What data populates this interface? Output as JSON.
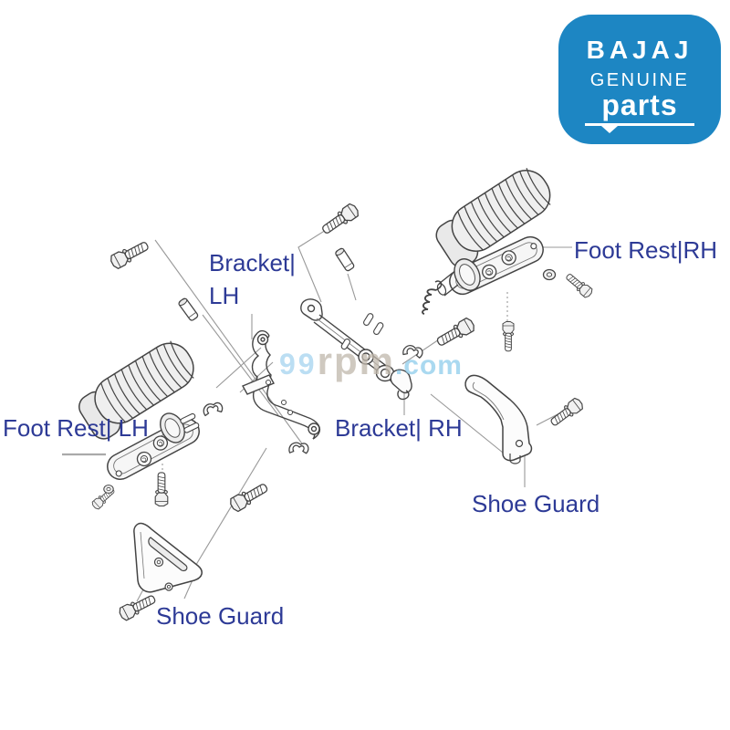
{
  "colors": {
    "label": "#2d3a96",
    "logo_bg": "#1d86c3",
    "logo_text": "#ffffff",
    "watermark_blue": "#a5d4ef",
    "watermark_gray": "#c0b7ab",
    "watermark_com": "#8ecdec",
    "line_art": "#444444",
    "leader_line": "#999999"
  },
  "logo": {
    "brand": "BAJAJ",
    "genuine": "GENUINE",
    "parts": "parts"
  },
  "watermark": {
    "part1": "99",
    "part2": "rpm",
    "part3": ".com"
  },
  "labels": {
    "bracket_lh": {
      "line1": "Bracket|",
      "line2": "LH"
    },
    "foot_rest_rh": "Foot Rest|RH",
    "foot_rest_lh": "Foot Rest| LH",
    "bracket_rh": "Bracket| RH",
    "shoe_guard_right": "Shoe Guard",
    "shoe_guard_left": "Shoe Guard"
  },
  "diagram_parts": [
    "foot-rest-rh-rubber",
    "foot-rest-rh-arm",
    "foot-rest-lh-rubber",
    "foot-rest-lh-arm",
    "bracket-lh",
    "bracket-rh",
    "shoe-guard-right",
    "shoe-guard-left",
    "hex-bolts",
    "pins",
    "spring",
    "washers",
    "clips",
    "leader-lines"
  ]
}
